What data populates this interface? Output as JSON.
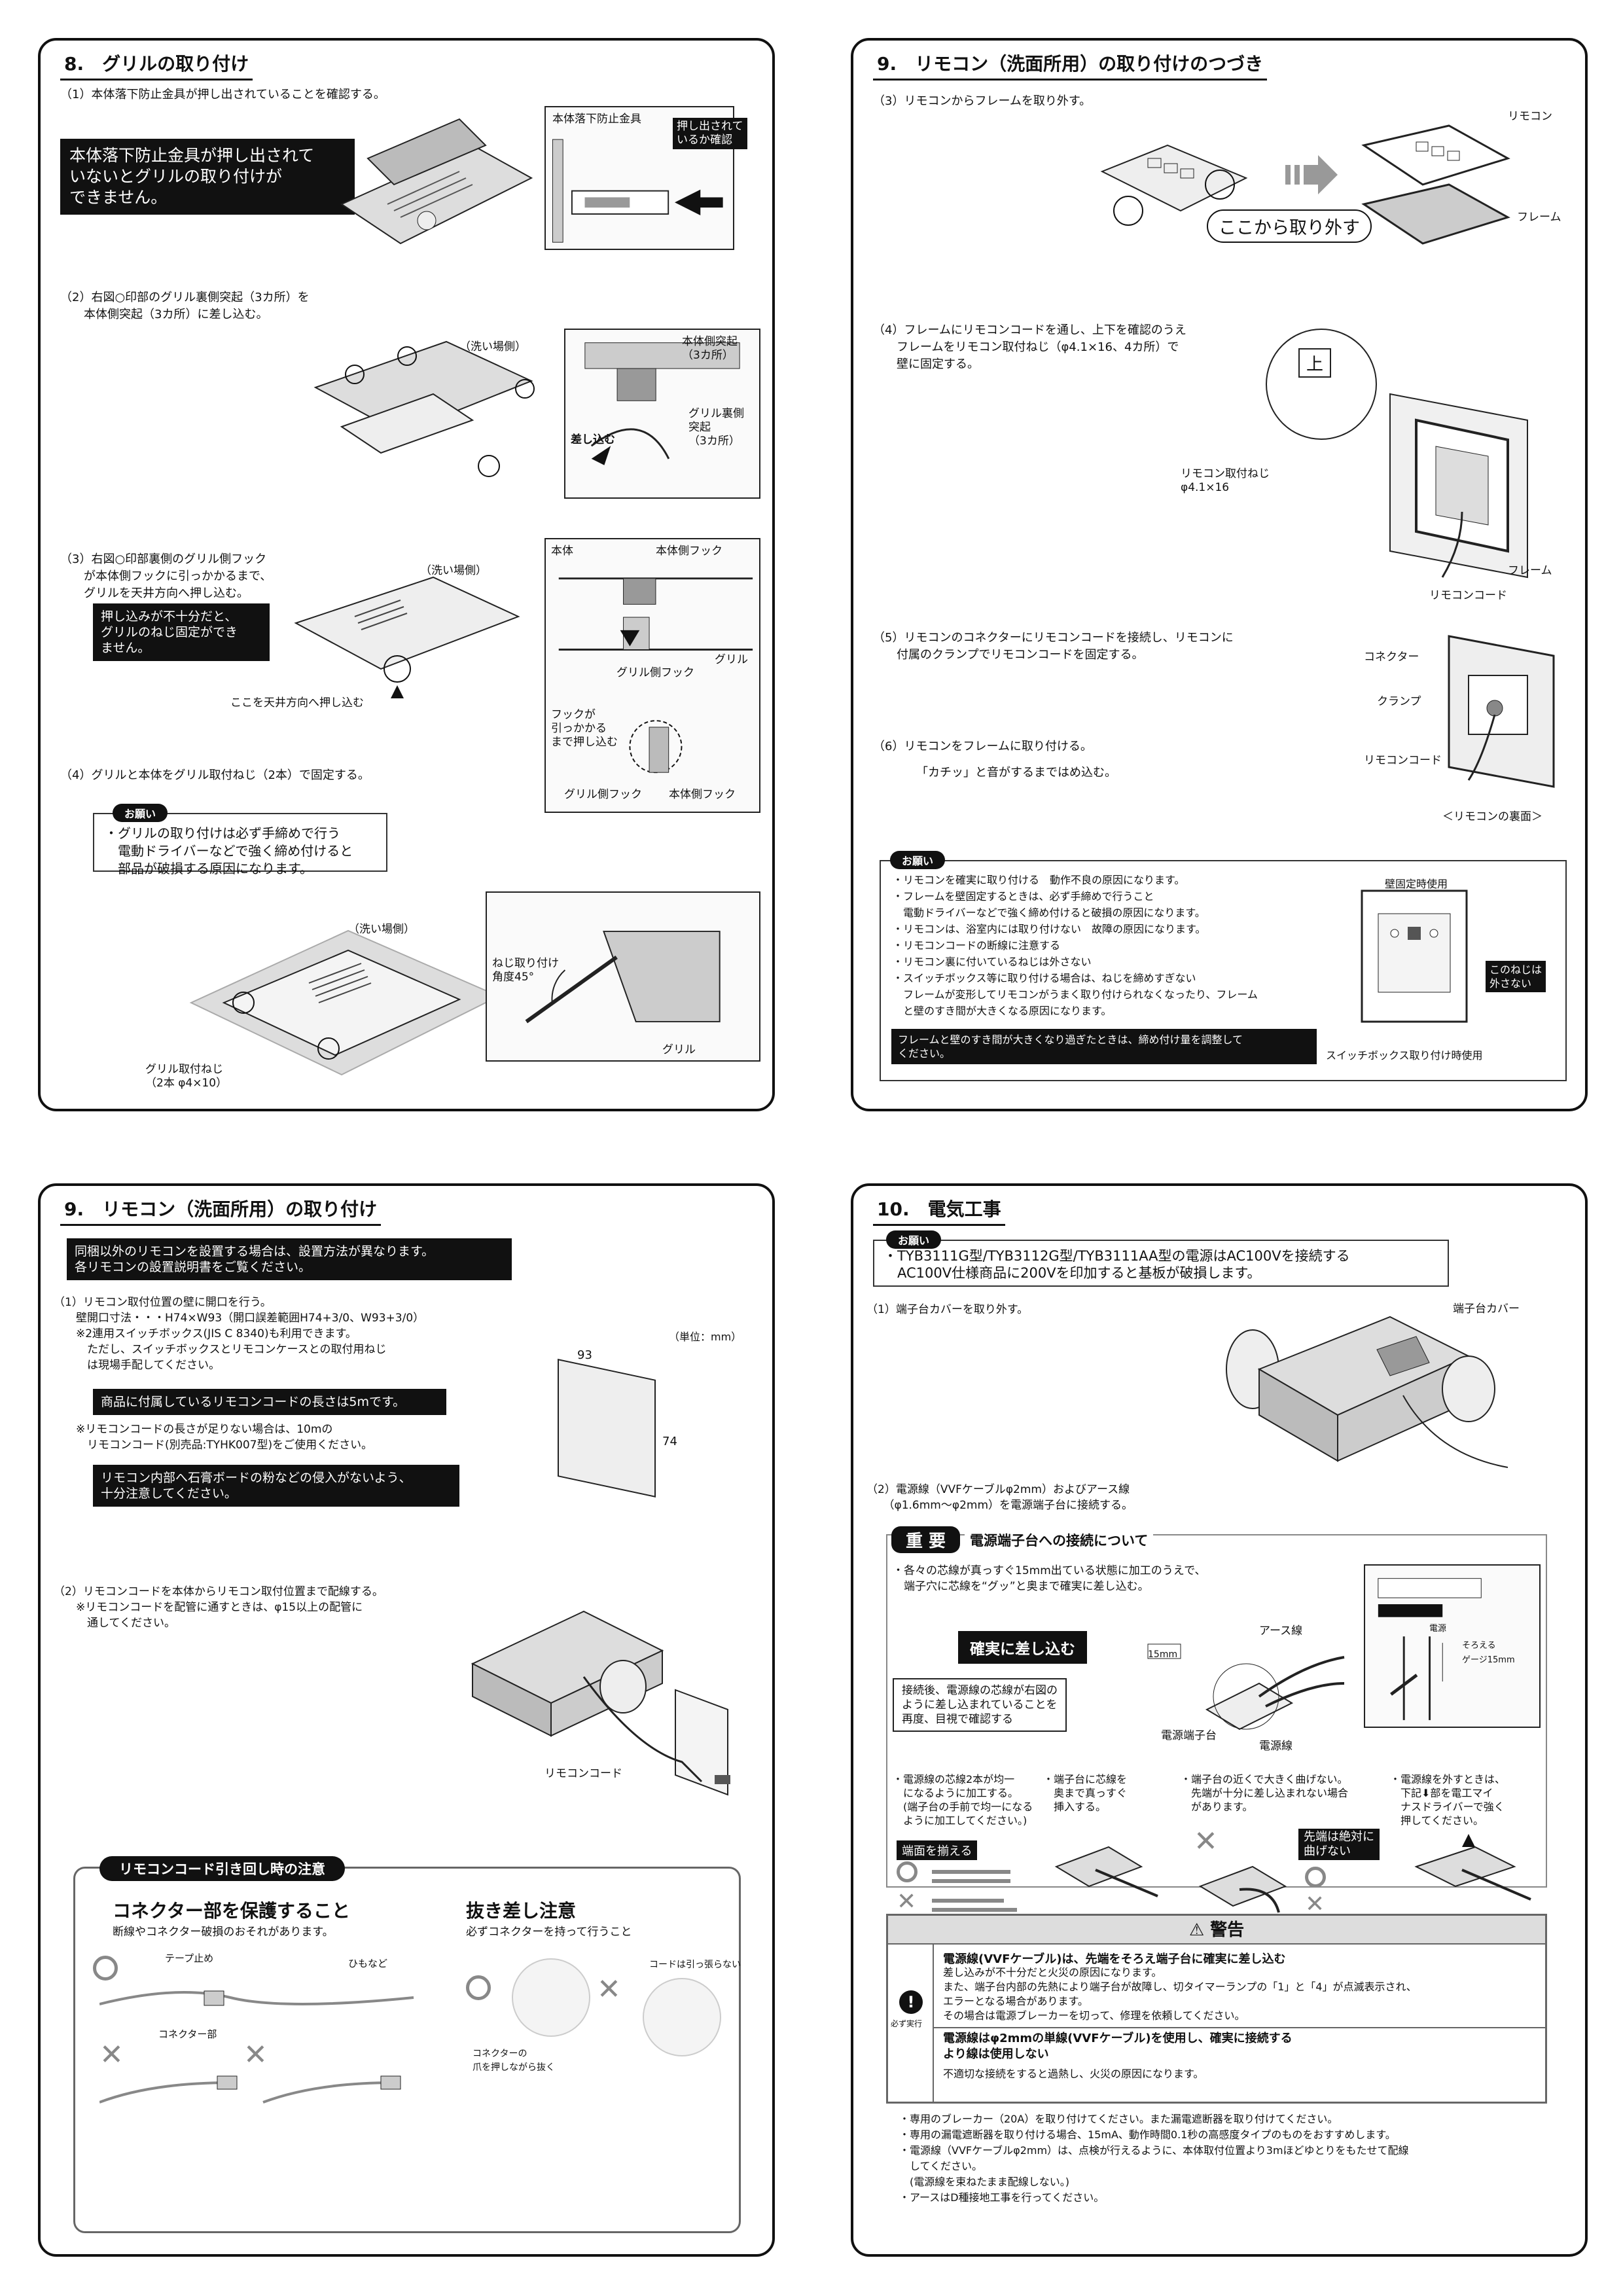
{
  "s8": {
    "title": "8.　グリルの取り付け",
    "step1": "（1）本体落下防止金具が押し出されていることを確認する。",
    "warn1": "本体落下防止金具が押し出されて\nいないとグリルの取り付けが\nできません。",
    "lbl_bracket": "本体落下防止金具",
    "lbl_check": "押し出されて\nいるか確認",
    "step2": "（2）右図○印部のグリル裏側突起（3カ所）を\n　　本体側突起（3カ所）に差し込む。",
    "lbl_wash1": "（洗い場側）",
    "lbl_body_proj": "本体側突起\n（3カ所）",
    "lbl_insert": "差し込む",
    "lbl_grill_proj": "グリル裏側\n突起\n（3カ所）",
    "step3": "（3）右図○印部裏側のグリル側フック\n　　が本体側フックに引っかかるまで、\n　　グリルを天井方向へ押し込む。",
    "warn3": "押し込みが不十分だと、\nグリルのねじ固定ができ\nません。",
    "lbl_wash2": "（洗い場側）",
    "lbl_push_here": "ここを天井方向へ押し込む",
    "lbl_honti": "本体",
    "lbl_body_hook": "本体側フック",
    "lbl_grill_hook": "グリル側フック",
    "lbl_grill": "グリル",
    "lbl_until": "フックが\n引っかかる\nまで押し込む",
    "lbl_grill_hook2": "グリル側フック",
    "lbl_body_hook2": "本体側フック",
    "step4": "（4）グリルと本体をグリル取付ねじ（2本）で固定する。",
    "onegai": "お願い",
    "note": "・グリルの取り付けは必ず手締めで行う\n　電動ドライバーなどで強く締め付けると\n　部品が破損する原因になります。",
    "lbl_wash3": "（洗い場側）",
    "lbl_angle": "ねじ取り付け\n角度45°",
    "lbl_grill2": "グリル",
    "lbl_screw": "グリル取付ねじ\n（2本 φ4×10）"
  },
  "s9b": {
    "title": "9.　リモコン（洗面所用）の取り付けのつづき",
    "step3": "（3）リモコンからフレームを取り外す。",
    "lbl_remocon": "リモコン",
    "lbl_remove": "ここから取り外す",
    "lbl_frame": "フレーム",
    "step4": "（4）フレームにリモコンコードを通し、上下を確認のうえ\n　　フレームをリモコン取付ねじ（φ4.1×16、4カ所）で\n　　壁に固定する。",
    "lbl_up": "上",
    "lbl_screw": "リモコン取付ねじ\nφ4.1×16",
    "lbl_frame2": "フレーム",
    "lbl_cord": "リモコンコード",
    "step5": "（5）リモコンのコネクターにリモコンコードを接続し、リモコンに\n　　付属のクランプでリモコンコードを固定する。",
    "lbl_connector": "コネクター",
    "lbl_clamp": "クランプ",
    "lbl_cord2": "リモコンコード",
    "lbl_back": "＜リモコンの裏面＞",
    "step6": "（6）リモコンをフレームに取り付ける。",
    "step6b": "「カチッ」と音がするまではめ込む。",
    "onegai": "お願い",
    "notes": "・リモコンを確実に取り付ける　動作不良の原因になります。\n・フレームを壁固定するときは、必ず手締めで行うこと\n　電動ドライバーなどで強く締め付けると破損の原因になります。\n・リモコンは、浴室内には取り付けない　故障の原因になります。\n・リモコンコードの断線に注意する\n・リモコン裏に付いているねじは外さない\n・スイッチボックス等に取り付ける場合は、ねじを締めすぎない\n　フレームが変形してリモコンがうまく取り付けられなくなったり、フレーム\n　と壁のすき間が大きくなる原因になります。",
    "note_black": "フレームと壁のすき間が大きくなり過ぎたときは、締め付け量を調整して\nください。",
    "lbl_wall": "壁固定時使用",
    "lbl_nodetach": "このねじは\n外さない",
    "lbl_switchbox": "スイッチボックス取り付け時使用"
  },
  "s9a": {
    "title": "9.　リモコン（洗面所用）の取り付け",
    "intro": "同梱以外のリモコンを設置する場合は、設置方法が異なります。\n各リモコンの設置説明書をご覧ください。",
    "step1": "（1）リモコン取付位置の壁に開口を行う。\n　　壁開口寸法・・・H74×W93（開口誤差範囲H74+3/0、W93+3/0）\n　　※2連用スイッチボックス(JIS C 8340)も利用できます。\n　　　ただし、スイッチボックスとリモコンケースとの取付用ねじ\n　　　は現場手配してください。",
    "unit": "（単位：mm）",
    "dim_w": "93",
    "dim_h": "74",
    "cord_len": "商品に付属しているリモコンコードの長さは5mです。",
    "cord_note": "　　※リモコンコードの長さが足りない場合は、10mの\n　　　リモコンコード(別売品:TYHK007型)をご使用ください。",
    "dust": "リモコン内部へ石膏ボードの粉などの侵入がないよう、\n十分注意してください。",
    "step2": "（2）リモコンコードを本体からリモコン取付位置まで配線する。\n　　※リモコンコードを配管に通すときは、φ15以上の配管に\n　　　通してください。",
    "lbl_cord": "リモコンコード",
    "caution_title": "リモコンコード引き回し時の注意",
    "protect_title": "コネクター部を保護すること",
    "protect_sub": "断線やコネクター破損のおそれがあります。",
    "lbl_tape": "テープ止め",
    "lbl_string": "ひもなど",
    "lbl_conn": "コネクター部",
    "pull_title": "抜き差し注意",
    "pull_sub": "必ずコネクターを持って行うこと",
    "lbl_nopull": "コードは引っ張らない",
    "lbl_press": "コネクターの\n爪を押しながら抜く"
  },
  "s10": {
    "title": "10.　電気工事",
    "onegai": "お願い",
    "note": "・TYB3111G型/TYB3112G型/TYB3111AA型の電源はAC100Vを接続する\n　AC100V仕様商品に200Vを印加すると基板が破損します。",
    "step1": "（1）端子台カバーを取り外す。",
    "lbl_cover": "端子台カバー",
    "step2": "（2）電源線（VVFケーブルφ2mm）およびアース線\n　　（φ1.6mm～φ2mm）を電源端子台に接続する。",
    "juyo": "重 要",
    "juyo_title": "電源端子台への接続について",
    "juyo_text": "・各々の芯線が真っすぐ15mm出ている状態に加工のうえで、\n　端子穴に芯線を“グッ”と奥まで確実に差し込む。",
    "sure": "確実に差し込む",
    "check": "接続後、電源線の芯線が右図の\nように差し込まれていることを\n再度、目視で確認する",
    "lbl_15": "15mm",
    "lbl_earth": "アース線",
    "lbl_terminal": "電源端子台",
    "lbl_power": "電源線",
    "lbl_gauge": "ゲージ15mm",
    "lbl_soroeru": "そろえる",
    "lbl_dengen": "電源",
    "col1": "・電源線の芯線2本が均一\n　になるように加工する。\n　(端子台の手前で均一になる\n　ように加工してください。)",
    "col2": "・端子台に芯線を\n　奥まで真っすぐ\n　挿入する。",
    "col3": "・端子台の近くで大きく曲げない。\n　先端が十分に差し込まれない場合\n　があります。",
    "col4": "・電源線を外すときは、\n　下記⬇部を電工マイ\n　ナスドライバーで強く\n　押してください。",
    "lbl_align": "端面を揃える",
    "lbl_nobend": "先端は絶対に\n曲げない",
    "warn_head": "⚠ 警告",
    "must": "必ず実行",
    "warn1_title": "電源線(VVFケーブル)は、先端をそろえ端子台に確実に差し込む",
    "warn1_text": "差し込みが不十分だと火災の原因になります。\nまた、端子台内部の先熱により端子台が故障し、切タイマーランプの「1」と「4」が点滅表示され、\nエラーとなる場合があります。\nその場合は電源ブレーカーを切って、修理を依頼してください。",
    "warn2_title": "電源線はφ2mmの単線(VVFケーブル)を使用し、確実に接続する\nより線は使用しない",
    "warn2_text": "不適切な接続をすると過熱し、火災の原因になります。",
    "bullets": "・専用のブレーカー（20A）を取り付けてください。また漏電遮断器を取り付けてください。\n・専用の漏電遮断器を取り付ける場合、15mA、動作時間0.1秒の高感度タイプのものをおすすめします。\n・電源線（VVFケーブルφ2mm）は、点検が行えるように、本体取付位置より3mほどゆとりをもたせて配線\n　してください。\n　(電源線を束ねたまま配線しない。)\n・アースはD種接地工事を行ってください。"
  }
}
